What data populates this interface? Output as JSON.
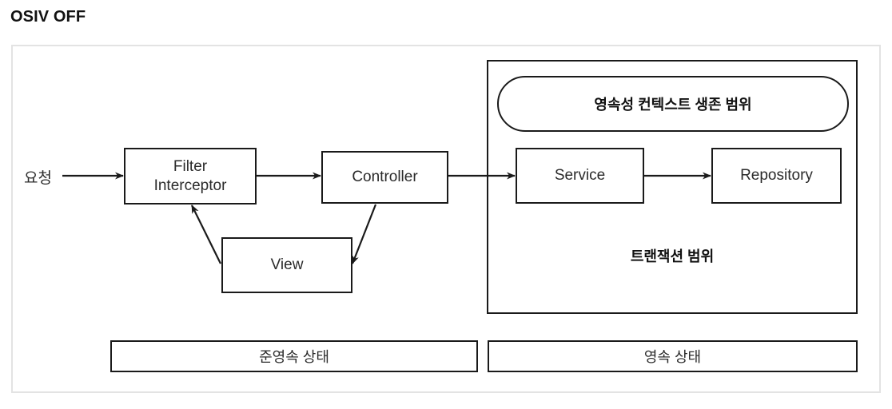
{
  "title": "OSIV OFF",
  "diagram": {
    "type": "flow-diagram",
    "entry_label": "요청",
    "nodes": [
      {
        "id": "filter-interceptor",
        "line1": "Filter",
        "line2": "Interceptor"
      },
      {
        "id": "controller",
        "label": "Controller"
      },
      {
        "id": "view",
        "label": "View"
      },
      {
        "id": "service",
        "label": "Service"
      },
      {
        "id": "repository",
        "label": "Repository"
      }
    ],
    "scopes": {
      "persistence_context": "영속성 컨텍스트 생존 범위",
      "transaction": "트랜잭션 범위"
    },
    "state_bars": [
      {
        "id": "detached",
        "label": "준영속 상태"
      },
      {
        "id": "persistent",
        "label": "영속 상태"
      }
    ],
    "edges": [
      {
        "from": "요청",
        "to": "Filter Interceptor"
      },
      {
        "from": "Filter Interceptor",
        "to": "Controller"
      },
      {
        "from": "Controller",
        "to": "Service"
      },
      {
        "from": "Controller",
        "to": "View"
      },
      {
        "from": "View",
        "to": "Filter Interceptor"
      },
      {
        "from": "Service",
        "to": "Repository"
      }
    ],
    "colors": {
      "stroke": "#1a1a1a",
      "frame": "#e3e3e3",
      "text": "#2b2b2b",
      "background": "#ffffff"
    }
  }
}
